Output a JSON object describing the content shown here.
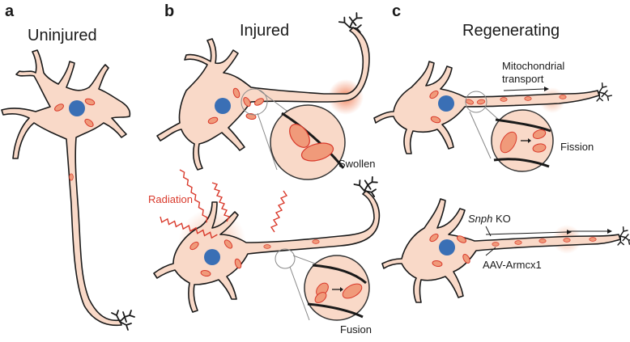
{
  "panels": {
    "a": {
      "letter": "a",
      "title": "Uninjured"
    },
    "b": {
      "letter": "b",
      "title": "Injured"
    },
    "c": {
      "letter": "c",
      "title": "Regenerating"
    }
  },
  "labels": {
    "swollen": "Swollen",
    "radiation": "Radiation",
    "fusion": "Fusion",
    "mito_transport_line1": "Mitochondrial",
    "mito_transport_line2": "transport",
    "fission": "Fission",
    "snph_italic": "Snph",
    "snph_rest": " KO",
    "aav": "AAV-Armcx1"
  },
  "colors": {
    "cell_fill": "#f9d9c8",
    "outline": "#1a1a1a",
    "nucleus": "#3a6fb5",
    "mito_fill": "#f09a7a",
    "mito_stroke": "#d9392b",
    "radiation": "#d9392b",
    "injury_glow": "#f3a07a"
  }
}
